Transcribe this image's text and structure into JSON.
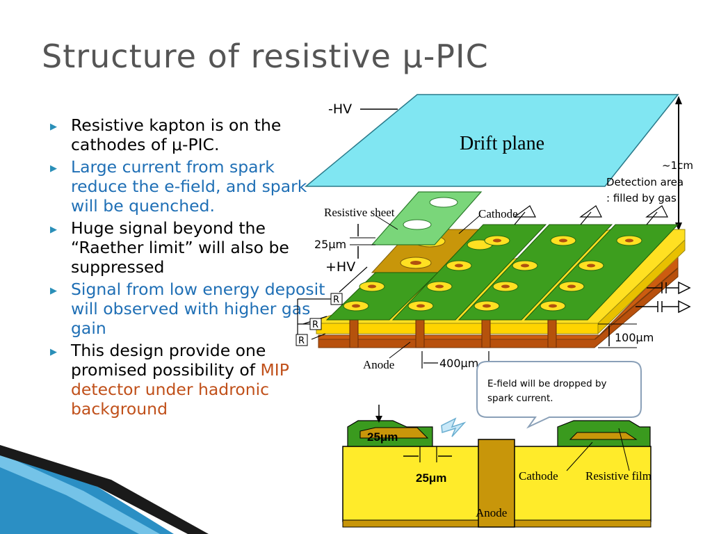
{
  "title": "Structure of resistive μ-PIC",
  "bullets": [
    {
      "parts": [
        {
          "text": "Resistive kapton is on the cathodes of μ-PIC.",
          "color": "black"
        }
      ]
    },
    {
      "parts": [
        {
          "text": "Large current from spark reduce the e-field, and spark will be quenched.",
          "color": "blue"
        }
      ]
    },
    {
      "parts": [
        {
          "text": "Huge signal beyond the “Raether limit” will also be suppressed",
          "color": "black"
        }
      ]
    },
    {
      "parts": [
        {
          "text": "Signal from low energy deposit will observed with higher gas gain",
          "color": "blue"
        }
      ]
    },
    {
      "parts": [
        {
          "text": "This design provide one promised possibility of ",
          "color": "black"
        },
        {
          "text": "MIP detector under hadronic background",
          "color": "orange"
        }
      ]
    }
  ],
  "diagram": {
    "neg_hv": "-HV",
    "drift_plane": "Drift plane",
    "gap_label": "~1cm",
    "detection_area_1": "Detection area",
    "detection_area_2": ": filled by gas",
    "resistive_sheet": "Resistive sheet",
    "cathode_top": "Cathode",
    "thickness_25": "25μm",
    "pos_hv": "+HV",
    "resistor": "R",
    "anode_top": "Anode",
    "pitch_400": "400μm",
    "thickness_100": "100μm",
    "callout": [
      "E-field will be dropped by",
      "spark current."
    ],
    "cross_25_top": "25μm",
    "cross_25_bottom": "25μm",
    "cathode_bottom": "Cathode",
    "resistive_film": "Resistive film",
    "anode_bottom": "Anode"
  },
  "colors": {
    "drift_plane": "#80e6f2",
    "green": "#3d9e1e",
    "green_light": "#5cc22e",
    "yellow_board": "#ffe022",
    "brown": "#cc5c10",
    "gold": "#c8960a",
    "sheet": "#7ad67a"
  }
}
